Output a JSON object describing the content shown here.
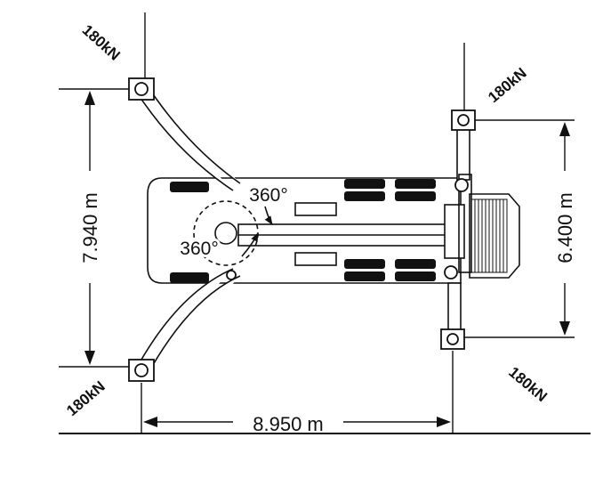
{
  "dimensions": {
    "left_span": "7.940 m",
    "right_span": "6.400 m",
    "wheelbase": "8.950 m"
  },
  "loads": {
    "top_left": "180kN",
    "top_right": "180kN",
    "bottom_left": "180kN",
    "bottom_right": "180kN"
  },
  "slew": {
    "upper": "360°",
    "lower": "360°"
  }
}
